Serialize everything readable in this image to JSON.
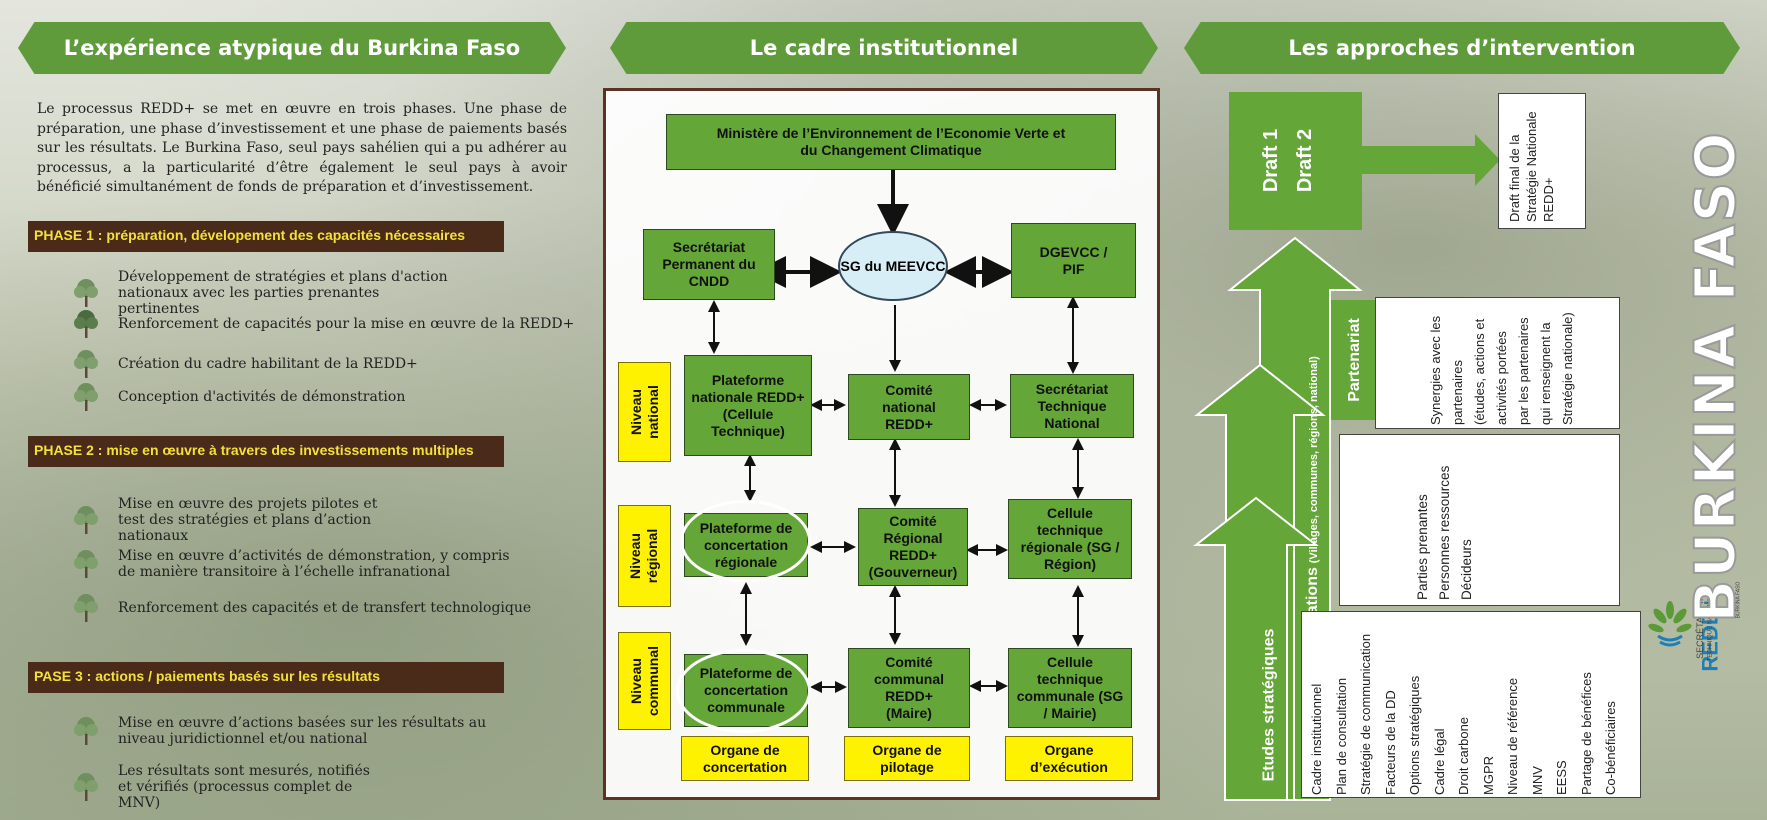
{
  "banners": {
    "left": "L’expérience atypique du Burkina Faso",
    "middle": "Le cadre institutionnel",
    "right": "Les approches d’intervention"
  },
  "intro": "Le processus REDD+ se met en œuvre  en trois phases. Une phase de préparation, une phase d’investissement et une phase de paiements basés sur les résultats. Le Burkina Faso, seul pays sahélien qui a pu adhérer au processus, a la particularité d’être également le seul pays à avoir bénéficié simultanément de fonds de préparation et d’investissement.",
  "phases": [
    {
      "title": "PHASE 1 : préparation, dévelopement des capacités nécessaires",
      "items": [
        "Développement de stratégies et plans d'action nationaux avec les parties prenantes pertinentes",
        "Renforcement de capacités pour la mise en œuvre de la REDD+",
        "Création du cadre habilitant de la REDD+",
        "Conception d'activités de démonstration"
      ]
    },
    {
      "title": "PHASE 2 : mise en œuvre à travers des investissements multiples",
      "items": [
        "Mise en œuvre des projets pilotes et test des stratégies et plans d’action nationaux",
        "Mise en œuvre d’activités de démonstration, y compris de manière transitoire à l’échelle infranational",
        "Renforcement des capacités et de transfert technologique"
      ]
    },
    {
      "title": "PASE 3 : actions / paiements basés sur les résultats",
      "items": [
        "Mise en œuvre d’actions basées sur les résultats au niveau juridictionnel et/ou national",
        "Les résultats sont mesurés, notifiés et vérifiés (processus complet de MNV)"
      ]
    }
  ],
  "org": {
    "ministere": "Ministère de l’Environnement de l’Economie Verte et du Changement Climatique",
    "sp": "Secrétariat Permanent du CNDD",
    "sg": "SG du MEEVCC",
    "dgevcc": "DGEVCC / PIF",
    "plat_nat": "Plateforme nationale REDD+ (Cellule Technique)",
    "comite_nat": "Comité national REDD+",
    "st_nat": "Secrétariat Technique National",
    "plat_reg": "Plateforme de concertation régionale",
    "comite_reg": "Comité Régional REDD+ (Gouverneur)",
    "cell_reg": "Cellule technique régionale (SG / Région)",
    "plat_com": "Plateforme de concertation communale",
    "comite_com": "Comité communal REDD+ (Maire)",
    "cell_com": "Cellule technique communale (SG / Mairie)",
    "niveau_nat": "Niveau national",
    "niveau_reg": "Niveau régional",
    "niveau_com": "Niveau communal",
    "organe_concert": "Organe de concertation",
    "organe_pilot": "Organe de pilotage",
    "organe_exec": "Organe d’exécution"
  },
  "approches": {
    "draft1": "Draft 1",
    "draft2": "Draft 2",
    "final": "Draft final de la Stratégie Nationale REDD+",
    "partenariat": "Partenariat",
    "consult": "Consultations",
    "consult_sub": "(Villages, communes, régions, national)",
    "etudes": "Etudes stratégiques",
    "partenariat_items": [
      "Synergies avec les",
      "partenaires",
      "(études, actions et",
      "activités portées",
      "par les partenaires",
      "qui renseignent la",
      "Stratégie nationale)"
    ],
    "consult_items": [
      "Parties prenantes",
      "Personnes ressources",
      "Décideurs"
    ],
    "etudes_items": [
      "Cadre institutionnel",
      "Plan de consultation",
      "Stratégie de communication",
      "Facteurs de la DD",
      "Options stratégiques",
      "Cadre légal",
      "Droit carbone",
      "MGPR",
      "Niveau de référence",
      "MNV",
      "EESS",
      "Partage de bénéfices",
      "Co-bénéficiaires"
    ]
  },
  "logo": {
    "secretariat": "SECRÉTARIAT",
    "technique": "TECHNIQUE NATIONAL",
    "redd": "REDD+",
    "country": "BURKINA FASO",
    "tag": "BURKINA FASO"
  },
  "colors": {
    "green": "#64a637",
    "yellow": "#fff200",
    "brown": "#4a2a18"
  }
}
